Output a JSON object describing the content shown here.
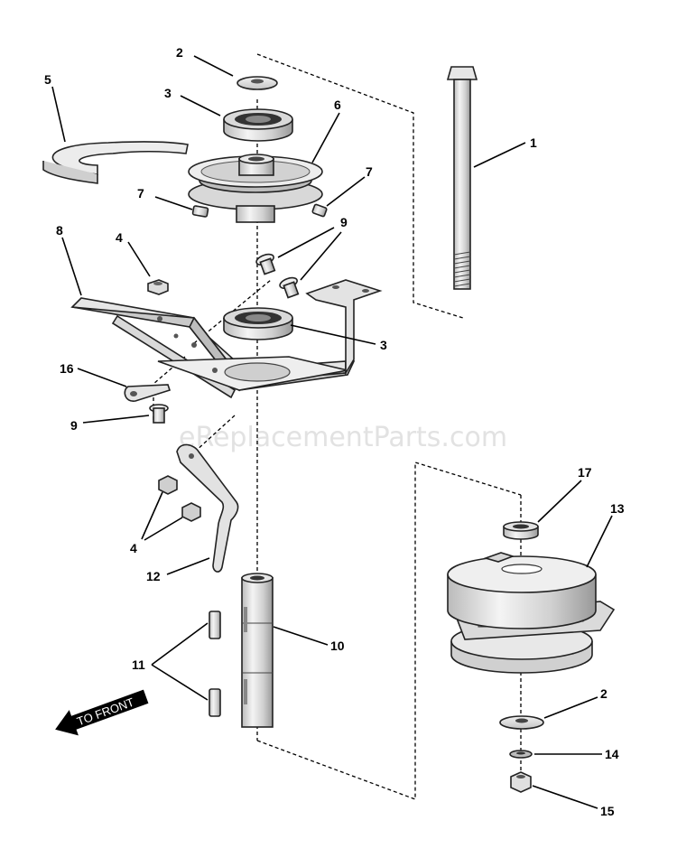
{
  "watermark": "eReplacementParts.com",
  "direction_label": "TO FRONT",
  "callouts": [
    "1",
    "2",
    "3",
    "4",
    "5",
    "6",
    "7",
    "8",
    "9",
    "10",
    "11",
    "12",
    "13",
    "14",
    "15",
    "16",
    "17"
  ],
  "colors": {
    "line": "#000000",
    "part_fill": "#f0f0f0",
    "part_shade": "#bdbdbd",
    "background": "#ffffff"
  }
}
